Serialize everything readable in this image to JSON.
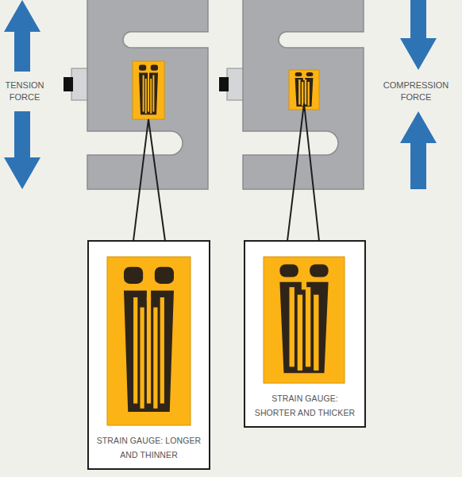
{
  "diagram": {
    "nodes": [
      {
        "text": [
          "STRAIN GAUGE: LONGER AND THINNER"
        ]
      },
      {
        "text": [
          "STRAIN GAUGE: SHORTER AND THICKER"
        ]
      }
    ],
    "labels": [
      "TENSION FORCE",
      "COMPRESSION FORCE"
    ]
  }
}
